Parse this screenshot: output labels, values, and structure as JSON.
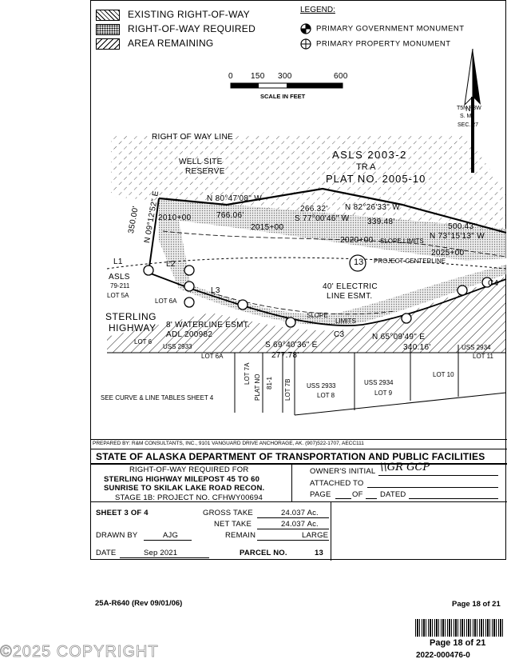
{
  "legend_keys": {
    "existing": "EXISTING RIGHT-OF-WAY",
    "required": "RIGHT-OF-WAY REQUIRED",
    "remaining": "AREA REMAINING"
  },
  "legend": {
    "title": "LEGEND:",
    "gov_monument": "PRIMARY GOVERNMENT MONUMENT",
    "prop_monument": "PRIMARY PROPERTY MONUMENT"
  },
  "scale": {
    "ticks": [
      "0",
      "150",
      "300",
      "600"
    ],
    "label": "SCALE IN FEET"
  },
  "north": {
    "township": "T5N R3W",
    "meridian": "S.   M.",
    "section": "SEC. 27"
  },
  "map": {
    "row_line": "RIGHT OF WAY LINE",
    "well_site": "WELL SITE",
    "reserve": "RESERVE",
    "asls": "ASLS  2003-2",
    "tr": "TR A",
    "plat": "PLAT NO. 2005-10",
    "brg1": "N 80°47'08\" W",
    "dist1": "266.32'",
    "brg2": "N 82°26'33\" W",
    "dist2": "500.43'",
    "dist3": "766.06'",
    "brg3": "S 77°00'46\" W",
    "dist4": "339.48'",
    "brg4": "N 73°15'13\" W",
    "sta1": "2010+00",
    "sta2": "2015+00",
    "sta3": "2020+00",
    "sta4": "2025+00",
    "slope1": "SLOPE LIMITS",
    "centerline": "PROJECT CENTERLINE",
    "parcel_no": "13",
    "west_dist": "350.00'",
    "west_brg": "N 09°12'52\" E",
    "l1": "L1",
    "l2": "L2",
    "l3": "L3",
    "c3": "C3",
    "c4": "C4",
    "asls2": "ASLS",
    "asls2_no": "79-211",
    "lot5a": "LOT 5A",
    "lot6a_w": "LOT 6A",
    "electric": "40' ELECTRIC",
    "line_esmt": "LINE ESMT.",
    "sterling": "STERLING",
    "highway": "HIGHWAY",
    "waterline": "8' WATERLINE ESMT.",
    "adl": "ADL 200982",
    "slope2": "SLOPE",
    "limits2": "LIMITS",
    "brg5": "S 69°40'36\" E",
    "dist5": "277.78'",
    "brg6": "N 65°09'49\" E",
    "dist6": "340.16'",
    "lot6": "LOT 6",
    "uss2933a": "USS 2933",
    "lot6a": "LOT 6A",
    "lot7a": "LOT 7A",
    "plat_no": "PLAT NO",
    "lot7b": "LOT 7B",
    "b1": "81-1",
    "uss2933b": "USS 2933",
    "lot8": "LOT 8",
    "uss2934a": "USS 2934",
    "lot9": "LOT 9",
    "lot10": "LOT 10",
    "uss2934b": "USS 2934",
    "lot11": "LOT 11",
    "see_tables": "SEE CURVE & LINE TABLES SHEET 4"
  },
  "title_block": {
    "prepared": "PREPARED BY: R&M CONSULTANTS, INC., 9101 VANGUARD DRIVE ANCHORAGE, AK. (907)522-1707, AECC111",
    "agency": "STATE OF ALASKA DEPARTMENT OF TRANSPORTATION AND PUBLIC FACILITIES",
    "row_for": "RIGHT-OF-WAY REQUIRED FOR",
    "project1": "STERLING HIGHWAY MILEPOST 45 TO 60",
    "project2": "SUNRISE TO SKILAK LAKE ROAD RECON.",
    "stage": "STAGE 1B:  PROJECT NO. CFHWY00694",
    "owner_initial": "OWNER'S INITIAL",
    "owner_sig": "\\\\GR GCP",
    "attached": "ATTACHED TO",
    "page": "PAGE",
    "of": "OF",
    "dated": "DATED",
    "sheet": "SHEET  3  OF  4",
    "gross_label": "GROSS TAKE",
    "gross_value": "24.037 Ac.",
    "net_label": "NET TAKE",
    "net_value": "24.037 Ac.",
    "remain_label": "REMAIN",
    "remain_value": "LARGE",
    "drawn_label": "DRAWN BY",
    "drawn_value": "AJG",
    "date_label": "DATE",
    "date_value": "Sep 2021",
    "parcel_label": "PARCEL NO.",
    "parcel_value": "13"
  },
  "footer": {
    "form": "25A-R640  (Rev 09/01/06)",
    "page_top": "Page 18 of 21",
    "page_bottom": "Page 18 of 21",
    "doc_no": "2022-000476-0",
    "copyright": "©2025 COPYRIGHT"
  }
}
